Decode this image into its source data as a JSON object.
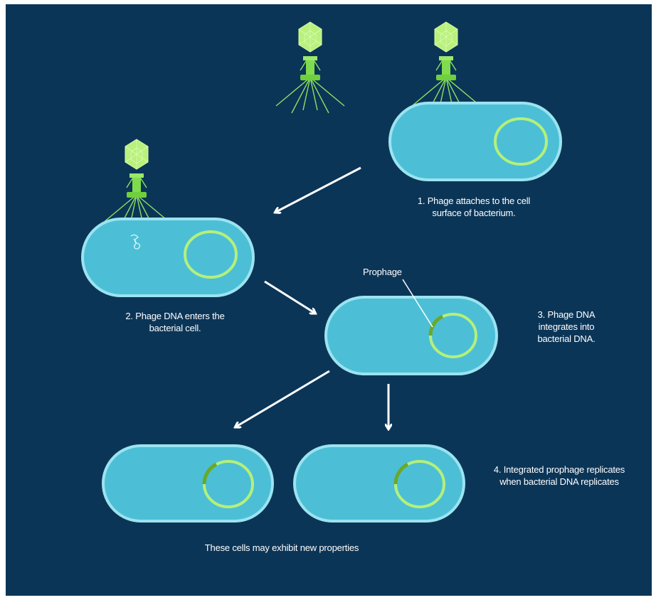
{
  "diagram": {
    "colors": {
      "background": "#0b3557",
      "cell_fill": "#4cbfd6",
      "cell_outline": "#9be3f0",
      "plasmid": "#b4f07a",
      "prophage_segment": "#6aa829",
      "phage_head": "#b9f17c",
      "phage_tail": "#7fdc4c",
      "arrow": "#ffffff",
      "text": "#ffffff"
    },
    "labels": {
      "step1": "1. Phage attaches to the cell surface of bacterium.",
      "step2": "2. Phage DNA enters the bacterial cell.",
      "prophage": "Prophage",
      "step3": "3. Phage DNA integrates into bacterial DNA.",
      "step4": "4. Integrated prophage replicates when bacterial DNA replicates",
      "footer": "These cells may exhibit new properties"
    }
  }
}
